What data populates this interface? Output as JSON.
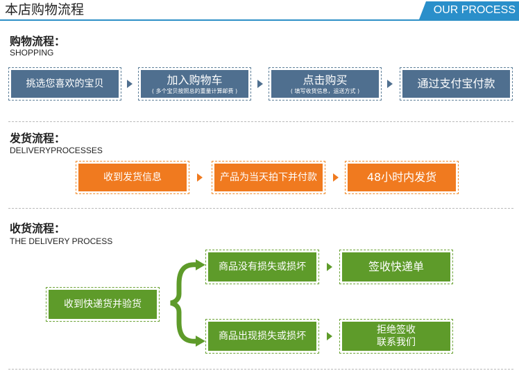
{
  "header": {
    "title": "本店购物流程",
    "badge": "OUR PROCESS"
  },
  "shopping": {
    "title": "购物流程：",
    "subtitle": "SHOPPING",
    "steps": [
      {
        "label": "挑选您喜欢的宝贝"
      },
      {
        "label": "加入购物车",
        "note": "( 多个宝贝按照总的重量计算邮费 )"
      },
      {
        "label": "点击购买",
        "note": "( 填写收货信息，运送方式 )"
      },
      {
        "label": "通过支付宝付款"
      }
    ]
  },
  "delivery": {
    "title": "发货流程：",
    "subtitle": "DELIVERYPROCESSES",
    "steps": [
      {
        "label": "收到发货信息"
      },
      {
        "label": "产品为当天拍下并付款"
      },
      {
        "label": "48小时内发货"
      }
    ]
  },
  "receiving": {
    "title": "收货流程：",
    "subtitle": "THE DELIVERY PROCESS",
    "start": "收到快递货并验货",
    "branch_ok": {
      "check": "商品没有损失或损坏",
      "result": "签收快递单"
    },
    "branch_bad": {
      "check": "商品出现损失或损坏",
      "result_line1": "拒绝签收",
      "result_line2": "联系我们"
    }
  },
  "colors": {
    "header_accent": "#2a8fca",
    "shopping": "#4f6f8f",
    "delivery": "#f07a1f",
    "receiving": "#5e9b2a"
  },
  "icons": [
    "arrow-right-icon",
    "curly-brace-icon"
  ]
}
